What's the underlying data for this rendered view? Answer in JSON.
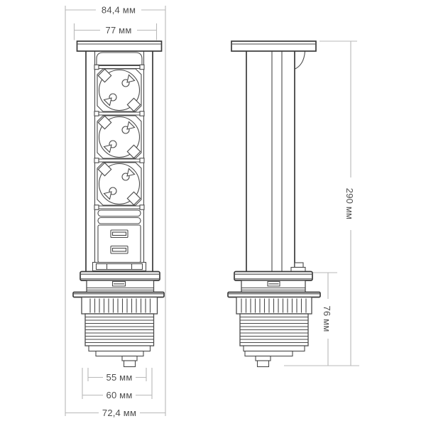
{
  "drawing": {
    "type": "technical-dimension-drawing",
    "subject": "pop-up-socket-tower",
    "dimensions": {
      "cap_width": "84,4 мм",
      "body_width": "77 мм",
      "total_height": "290 мм",
      "under_surface_depth": "76 мм",
      "bottom_step_width": "55 мм",
      "thread_width": "60 мм",
      "flange_width": "72,4 мм"
    },
    "colors": {
      "outline": "#3a3a3a",
      "detail_line": "#4a4a4a",
      "dimension_line": "#b8b8b8",
      "dimension_text": "#4d4d4d",
      "background": "#ffffff"
    }
  }
}
